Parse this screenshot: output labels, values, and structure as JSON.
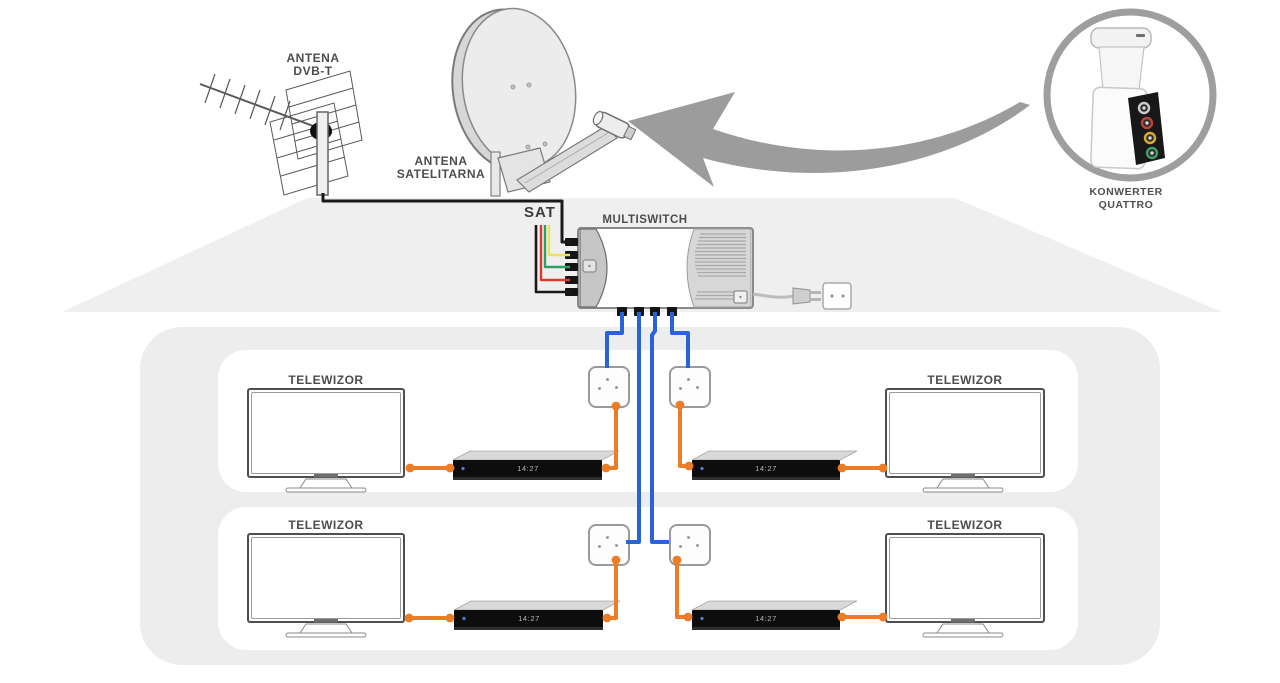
{
  "diagram": {
    "antenna_dvbt": {
      "label_line1": "ANTENA",
      "label_line2": "DVB-T"
    },
    "antenna_sat": {
      "label_line1": "ANTENA",
      "label_line2": "SATELITARNA"
    },
    "sat_cable_label": "SAT",
    "multiswitch_label": "MULTISWITCH",
    "konwerter": {
      "label_line1": "KONWERTER",
      "label_line2": "QUATTRO"
    },
    "rooms": [
      {
        "id": "upper-left",
        "tv_label": "TELEWIZOR",
        "receiver_clock": "14:27"
      },
      {
        "id": "upper-right",
        "tv_label": "TELEWIZOR",
        "receiver_clock": "14:27"
      },
      {
        "id": "lower-left",
        "tv_label": "TELEWIZOR",
        "receiver_clock": "14:27"
      },
      {
        "id": "lower-right",
        "tv_label": "TELEWIZOR",
        "receiver_clock": "14:27"
      }
    ],
    "colors": {
      "roof_gray": "#efefef",
      "house_gray": "#ededed",
      "arrow_gray": "#9c9c9c",
      "cable_black": "#1a1a1a",
      "sat_cable_yellow": "#e8e35a",
      "sat_cable_green": "#2f9e63",
      "sat_cable_red": "#dd3a2e",
      "subscriber_cable_blue": "#2a63d8",
      "patch_cable_orange": "#ec7c25",
      "lnb_port_colors": [
        "#c9c9c9",
        "#b8443a",
        "#d9a92f",
        "#3f9e62"
      ]
    }
  }
}
